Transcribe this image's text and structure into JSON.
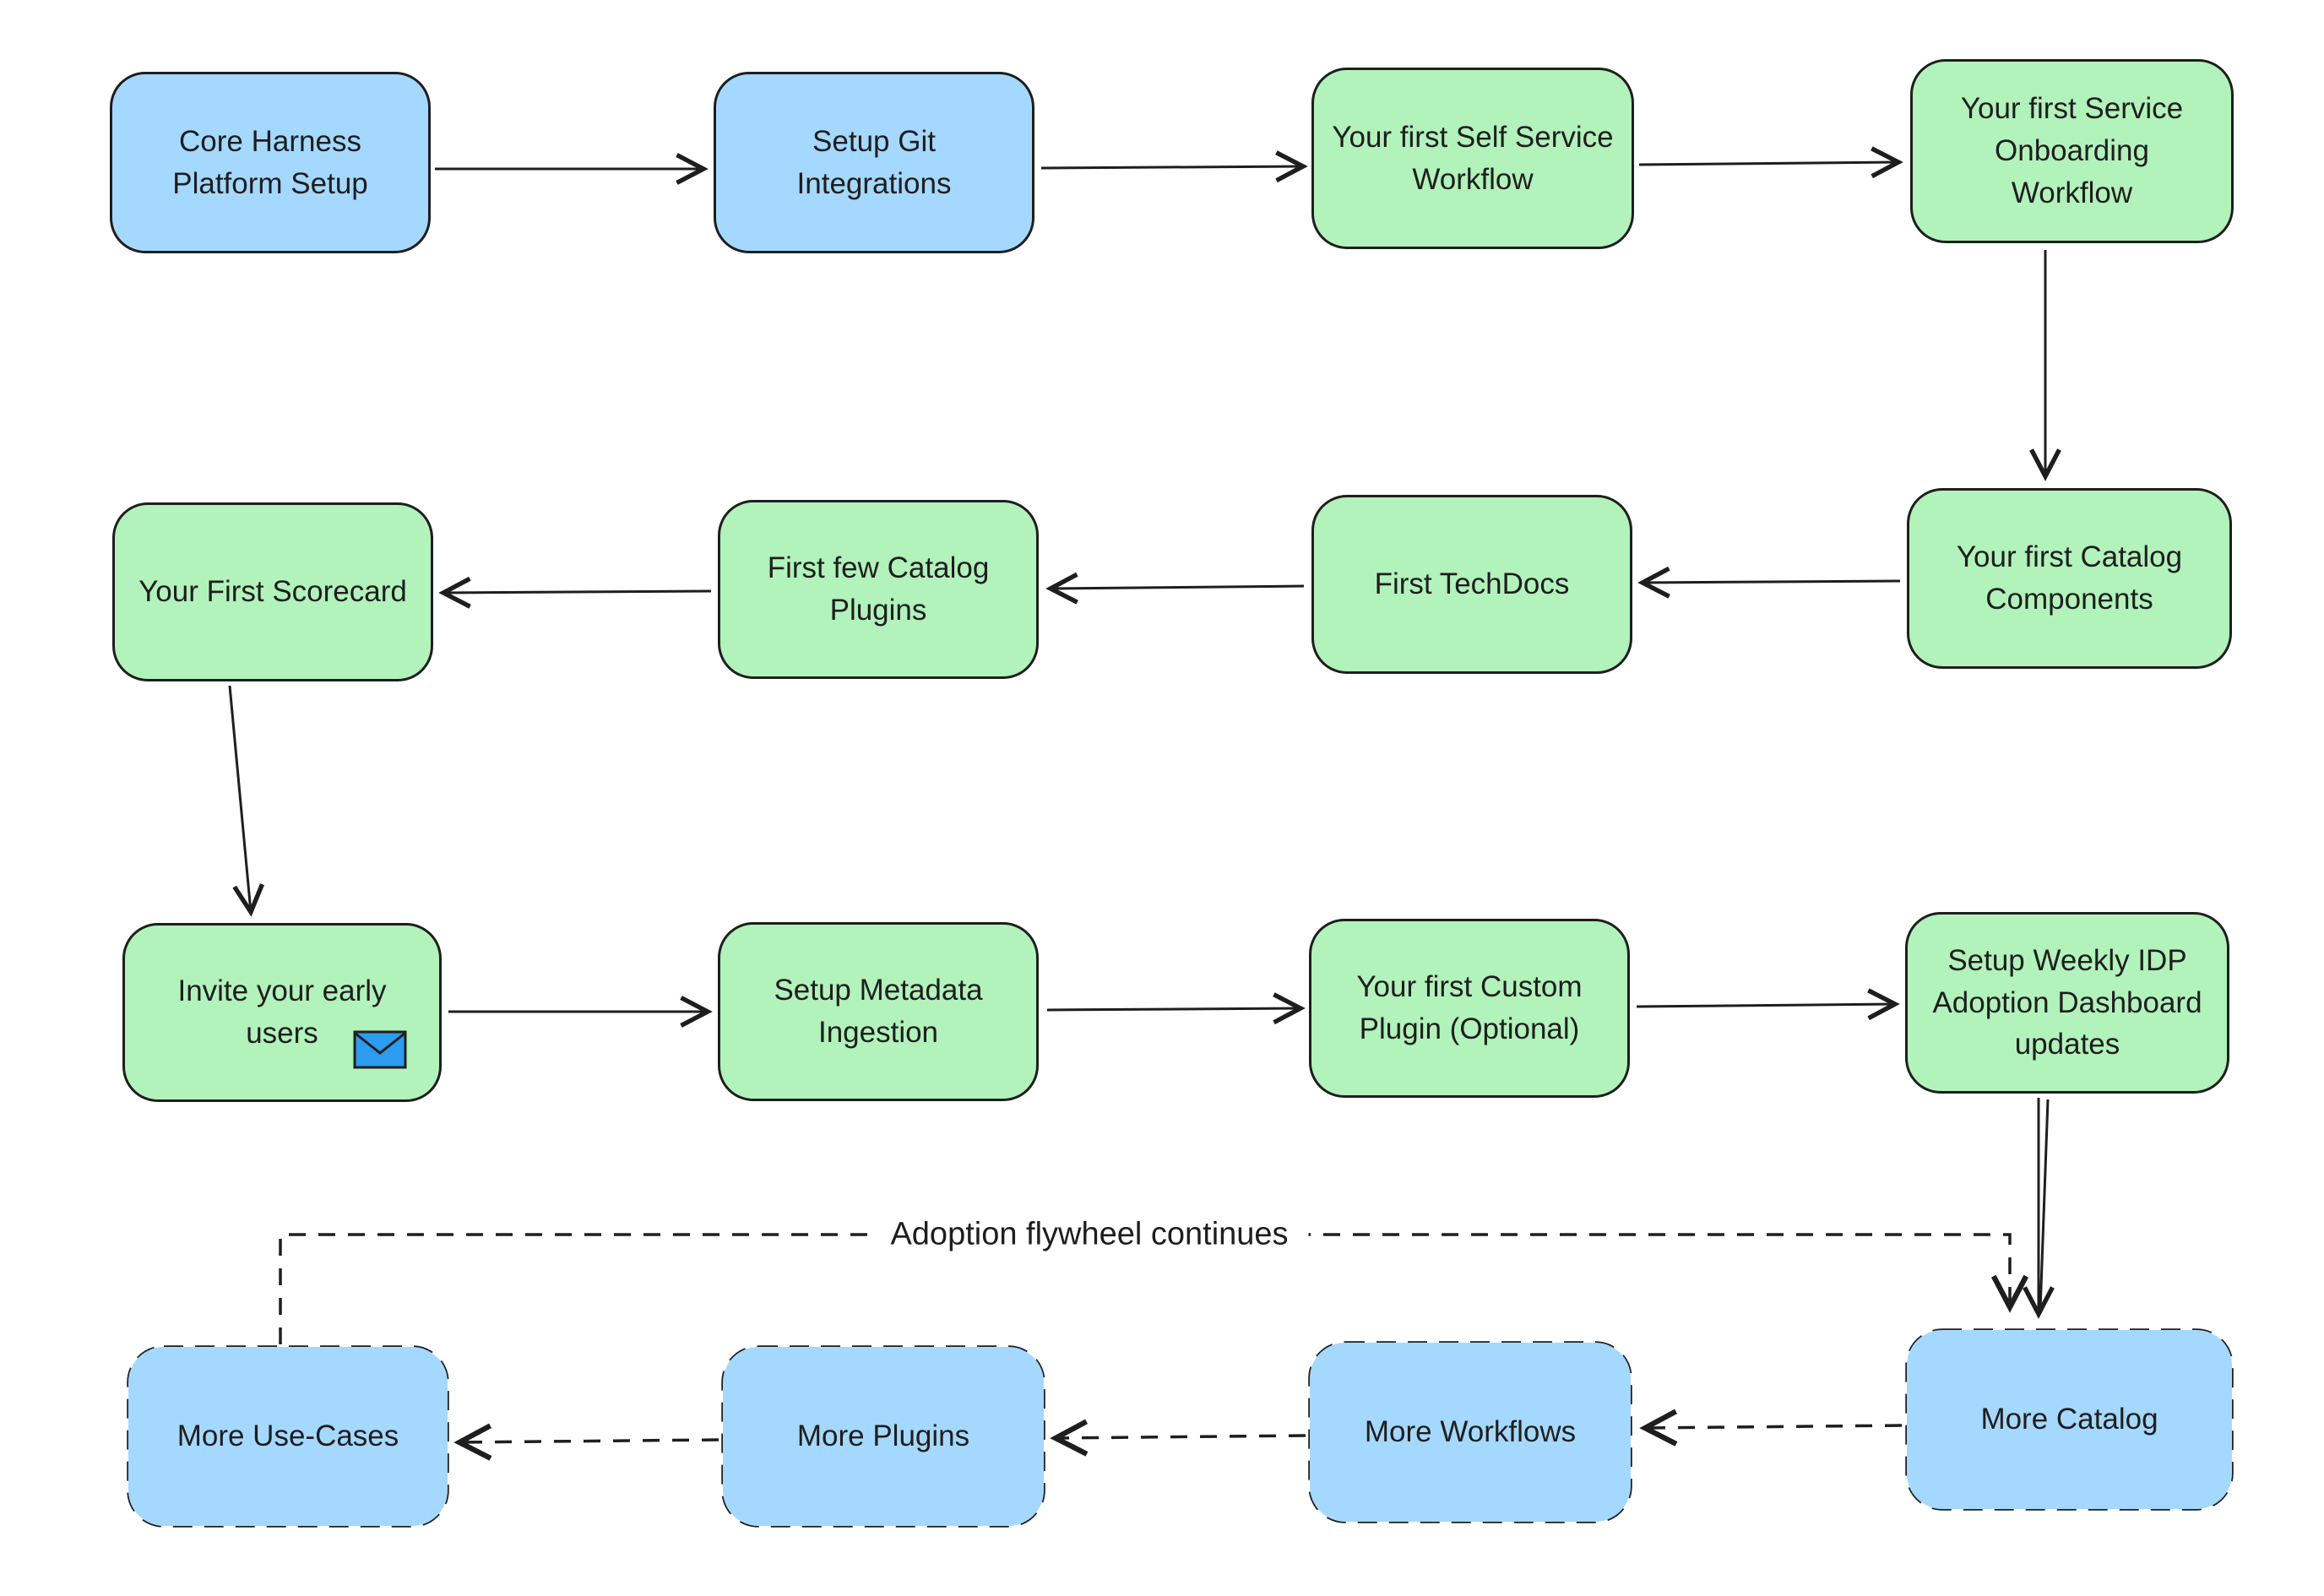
{
  "diagram": {
    "background": "#ffffff",
    "colors": {
      "node_blue": "#a5d8ff",
      "node_green": "#b2f2bb",
      "outline": "#1e1e1e",
      "envelope_blue": "#2d9bf0"
    },
    "flywheel": {
      "label": "Adoption flywheel continues"
    },
    "nodes": [
      {
        "id": "core-harness-platform-setup",
        "label": "Core Harness\nPlatform Setup",
        "fill": "blue",
        "border": "solid"
      },
      {
        "id": "setup-git-integrations",
        "label": "Setup Git\nIntegrations",
        "fill": "blue",
        "border": "solid"
      },
      {
        "id": "first-self-service-workflow",
        "label": "Your first Self Service\nWorkflow",
        "fill": "green",
        "border": "solid"
      },
      {
        "id": "first-service-onboarding-workflow",
        "label": "Your first Service\nOnboarding\nWorkflow",
        "fill": "green",
        "border": "solid"
      },
      {
        "id": "first-catalog-components",
        "label": "Your first Catalog\nComponents",
        "fill": "green",
        "border": "solid"
      },
      {
        "id": "first-techdocs",
        "label": "First TechDocs",
        "fill": "green",
        "border": "solid"
      },
      {
        "id": "first-few-catalog-plugins",
        "label": "First few Catalog\nPlugins",
        "fill": "green",
        "border": "solid"
      },
      {
        "id": "your-first-scorecard",
        "label": "Your First Scorecard",
        "fill": "green",
        "border": "solid"
      },
      {
        "id": "invite-early-users",
        "label": "Invite your early\nusers",
        "fill": "green",
        "border": "solid",
        "icon": "envelope-icon"
      },
      {
        "id": "setup-metadata-ingestion",
        "label": "Setup Metadata\nIngestion",
        "fill": "green",
        "border": "solid"
      },
      {
        "id": "first-custom-plugin",
        "label": "Your first Custom\nPlugin (Optional)",
        "fill": "green",
        "border": "solid"
      },
      {
        "id": "weekly-idp-dashboard",
        "label": "Setup Weekly IDP\nAdoption Dashboard\nupdates",
        "fill": "green",
        "border": "solid"
      },
      {
        "id": "more-use-cases",
        "label": "More Use-Cases",
        "fill": "blue",
        "border": "dashed"
      },
      {
        "id": "more-plugins",
        "label": "More Plugins",
        "fill": "blue",
        "border": "dashed"
      },
      {
        "id": "more-workflows",
        "label": "More Workflows",
        "fill": "blue",
        "border": "dashed"
      },
      {
        "id": "more-catalog",
        "label": "More Catalog",
        "fill": "blue",
        "border": "dashed"
      }
    ],
    "edges": [
      {
        "from": "core-harness-platform-setup",
        "to": "setup-git-integrations",
        "style": "solid"
      },
      {
        "from": "setup-git-integrations",
        "to": "first-self-service-workflow",
        "style": "solid"
      },
      {
        "from": "first-self-service-workflow",
        "to": "first-service-onboarding-workflow",
        "style": "solid"
      },
      {
        "from": "first-service-onboarding-workflow",
        "to": "first-catalog-components",
        "style": "solid"
      },
      {
        "from": "first-catalog-components",
        "to": "first-techdocs",
        "style": "solid"
      },
      {
        "from": "first-techdocs",
        "to": "first-few-catalog-plugins",
        "style": "solid"
      },
      {
        "from": "first-few-catalog-plugins",
        "to": "your-first-scorecard",
        "style": "solid"
      },
      {
        "from": "your-first-scorecard",
        "to": "invite-early-users",
        "style": "solid"
      },
      {
        "from": "invite-early-users",
        "to": "setup-metadata-ingestion",
        "style": "solid"
      },
      {
        "from": "setup-metadata-ingestion",
        "to": "first-custom-plugin",
        "style": "solid"
      },
      {
        "from": "first-custom-plugin",
        "to": "weekly-idp-dashboard",
        "style": "solid"
      },
      {
        "from": "weekly-idp-dashboard",
        "to": "more-catalog",
        "style": "solid"
      },
      {
        "from": "more-use-cases",
        "to": "more-catalog",
        "style": "dashed",
        "label": "Adoption flywheel continues"
      },
      {
        "from": "more-catalog",
        "to": "more-workflows",
        "style": "dashed"
      },
      {
        "from": "more-workflows",
        "to": "more-plugins",
        "style": "dashed"
      },
      {
        "from": "more-plugins",
        "to": "more-use-cases",
        "style": "dashed"
      }
    ]
  }
}
